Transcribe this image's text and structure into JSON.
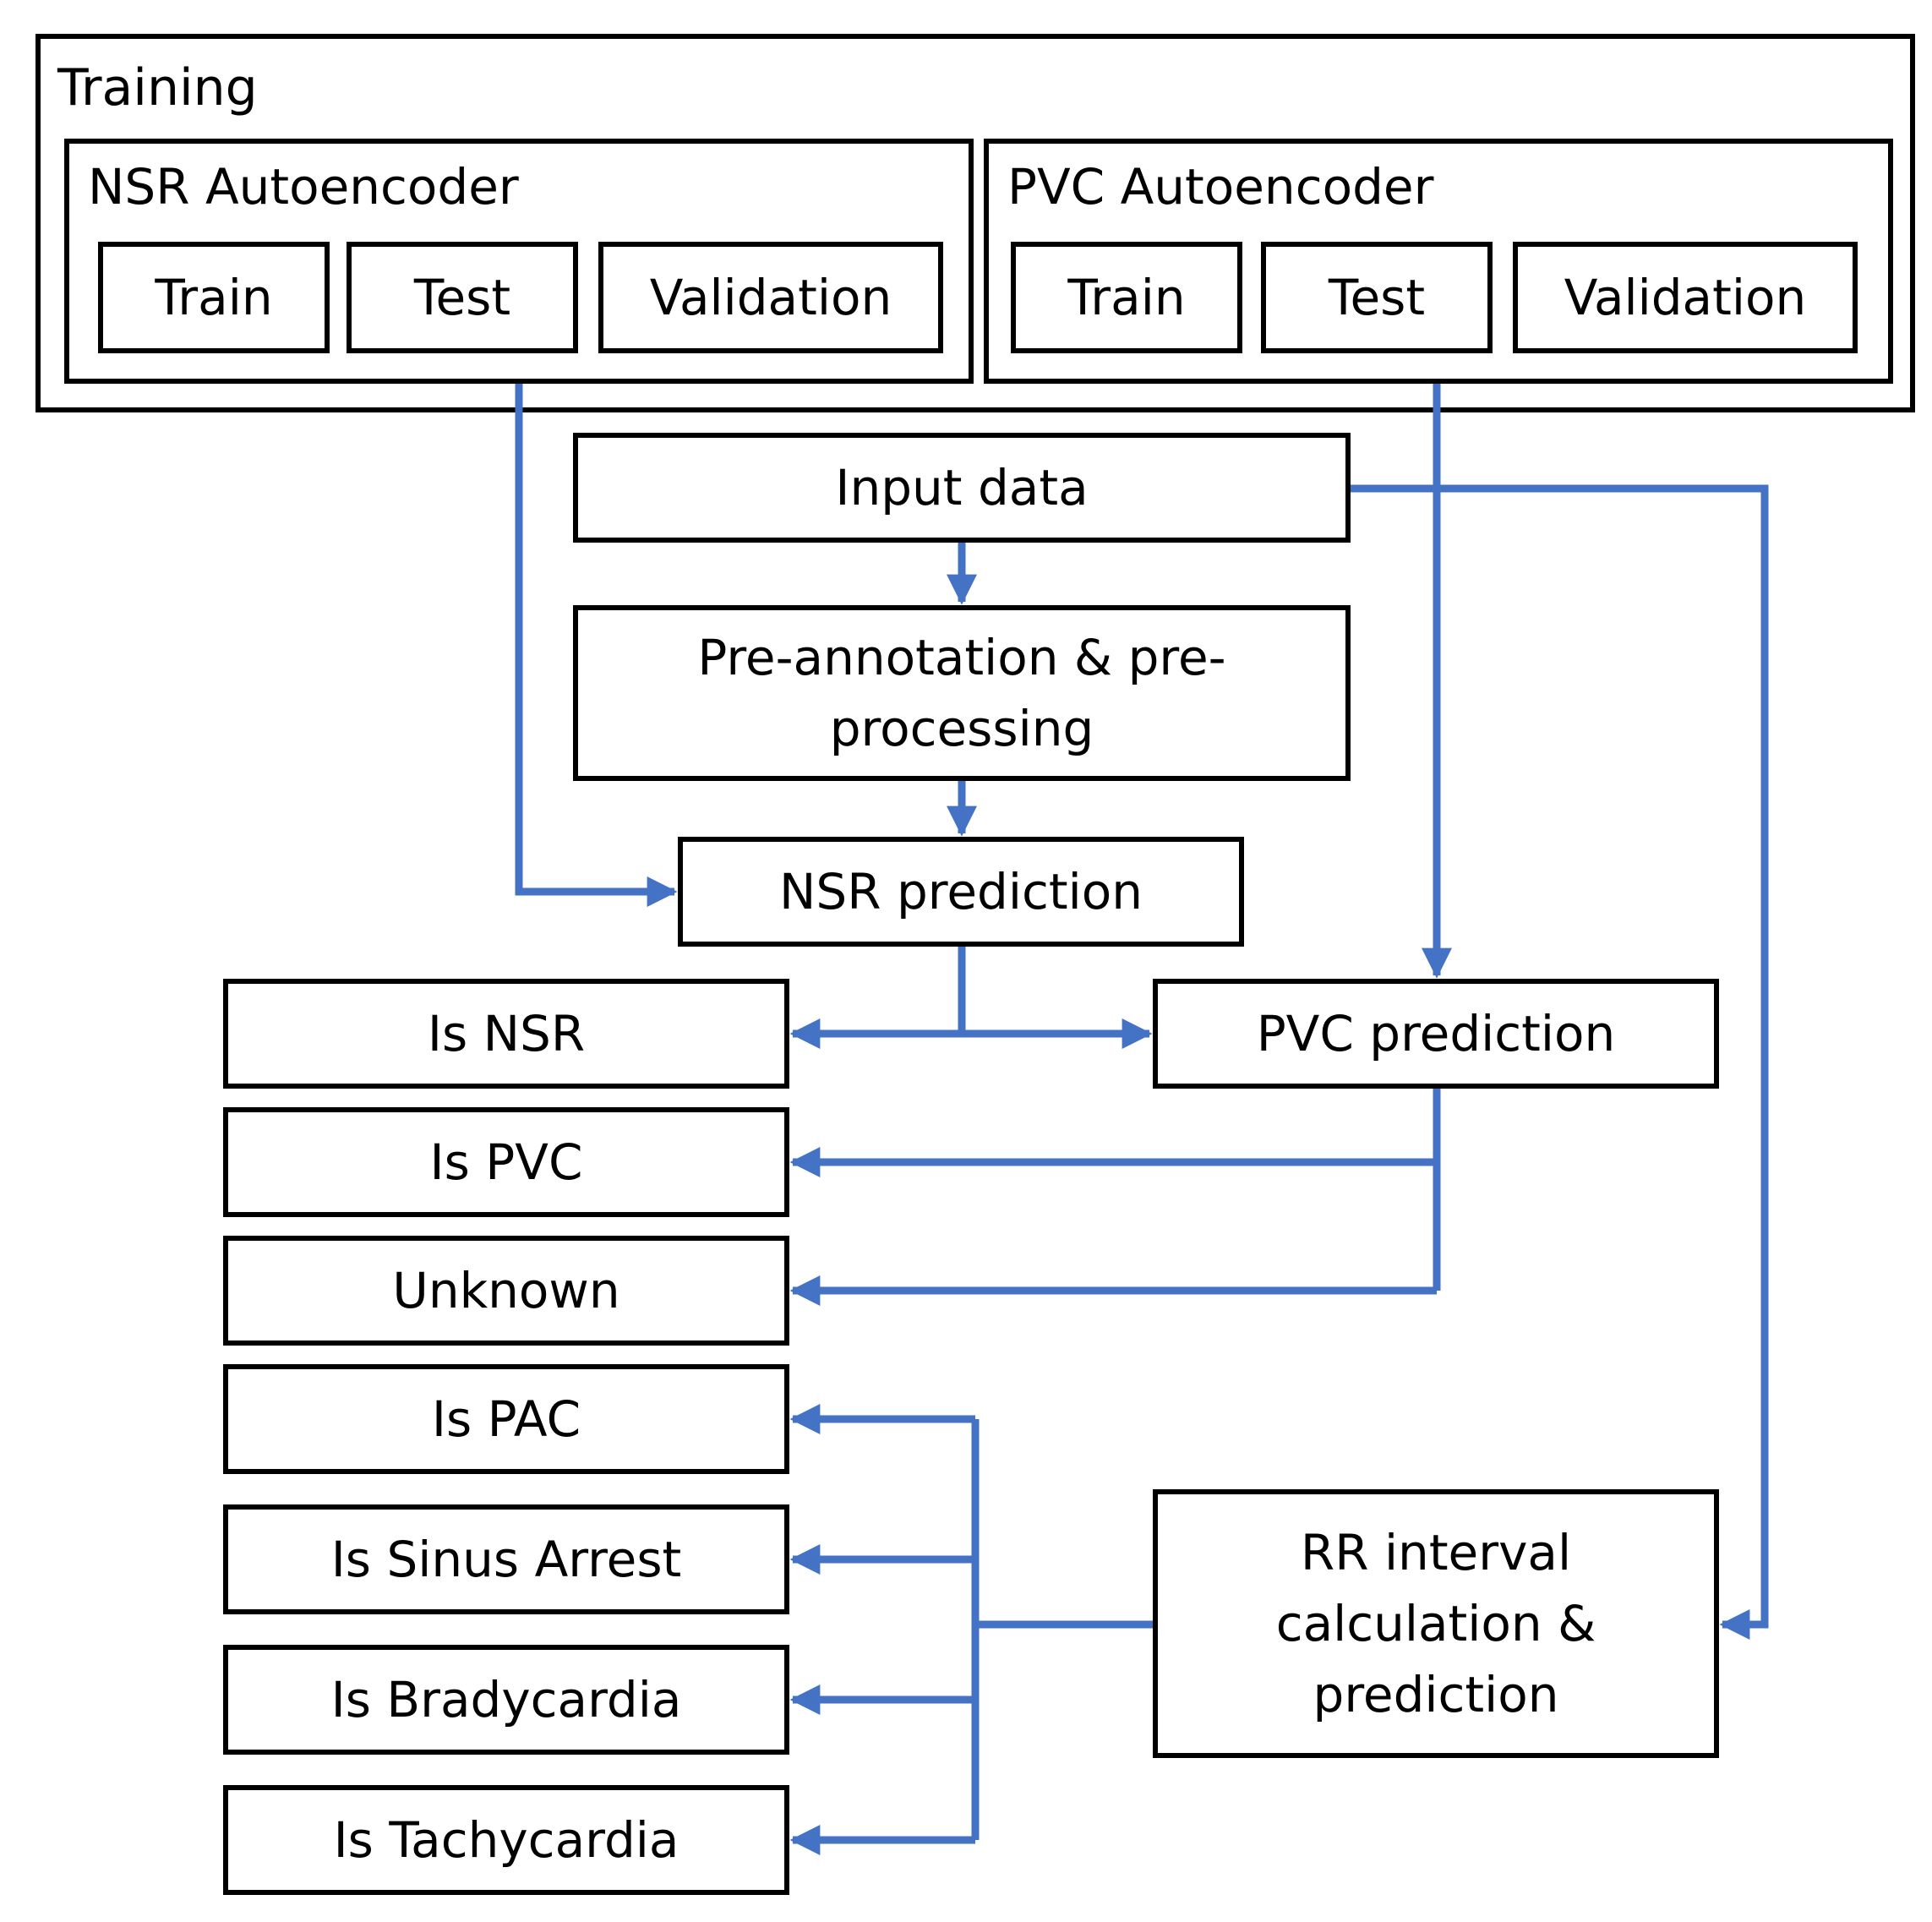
{
  "training": {
    "title": "Training",
    "nsr": {
      "title": "NSR Autoencoder",
      "train": "Train",
      "test": "Test",
      "validation": "Validation"
    },
    "pvc": {
      "title": "PVC Autoencoder",
      "train": "Train",
      "test": "Test",
      "validation": "Validation"
    }
  },
  "pipeline": {
    "input_data": "Input data",
    "preprocess": "Pre-annotation & pre-\nprocessing",
    "nsr_prediction": "NSR prediction",
    "pvc_prediction": "PVC prediction",
    "rr_interval": "RR interval\ncalculation &\nprediction"
  },
  "outcomes": {
    "is_nsr": "Is NSR",
    "is_pvc": "Is PVC",
    "unknown": "Unknown",
    "is_pac": "Is PAC",
    "is_sinus_arrest": "Is Sinus Arrest",
    "is_bradycardia": "Is Bradycardia",
    "is_tachycardia": "Is Tachycardia"
  },
  "colors": {
    "connector": "#4472C4",
    "border": "#000000"
  }
}
